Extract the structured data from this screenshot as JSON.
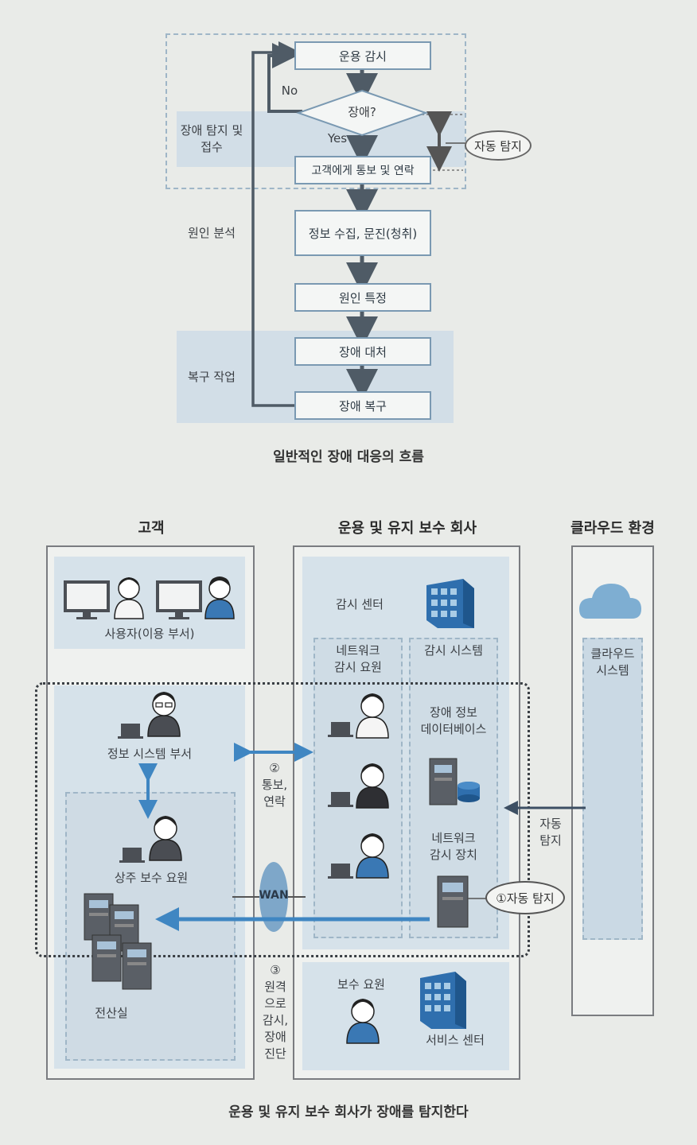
{
  "flowchart": {
    "boxes": {
      "monitor": "운용 감시",
      "decision": "장애?",
      "notify": "고객에게 통보 및 연락",
      "collect": "정보 수집, 문진(청취)",
      "identify": "원인 특정",
      "handle": "장애 대처",
      "recover": "장애 복구"
    },
    "branch_no": "No",
    "branch_yes": "Yes",
    "auto_detect": "자동 탐지",
    "phases": {
      "detect": "장애 탐지 및\n접수",
      "cause": "원인 분석",
      "recovery": "복구 작업"
    },
    "caption": "일반적인 장애 대응의 흐름"
  },
  "architecture": {
    "customer": {
      "heading": "고객",
      "users": "사용자(이용 부서)",
      "it_dept": "정보 시스템 부서",
      "resident_staff": "상주 보수 요원",
      "computer_room": "전산실"
    },
    "vendor": {
      "heading": "운용 및 유지 보수 회사",
      "monitoring_center": "감시 센터",
      "network_staff": "네트워크\n감시 요원",
      "monitoring_system": "감시 시스템",
      "fault_db": "장애 정보\n데이터베이스",
      "network_device": "네트워크\n감시 장치",
      "auto_detect": "①자동 탐지",
      "maintenance_staff": "보수 요원",
      "service_center": "서비스 센터"
    },
    "cloud": {
      "heading": "클라우드 환경",
      "system": "클라우드\n시스템",
      "auto_detect": "자동\n탐지"
    },
    "links": {
      "notify": "②\n통보,\n연락",
      "wan": "WAN",
      "remote": "③\n원격\n으로\n감시,\n장애\n진단"
    },
    "caption": "운용 및 유지 보수 회사가 장애를 탐지한다"
  }
}
